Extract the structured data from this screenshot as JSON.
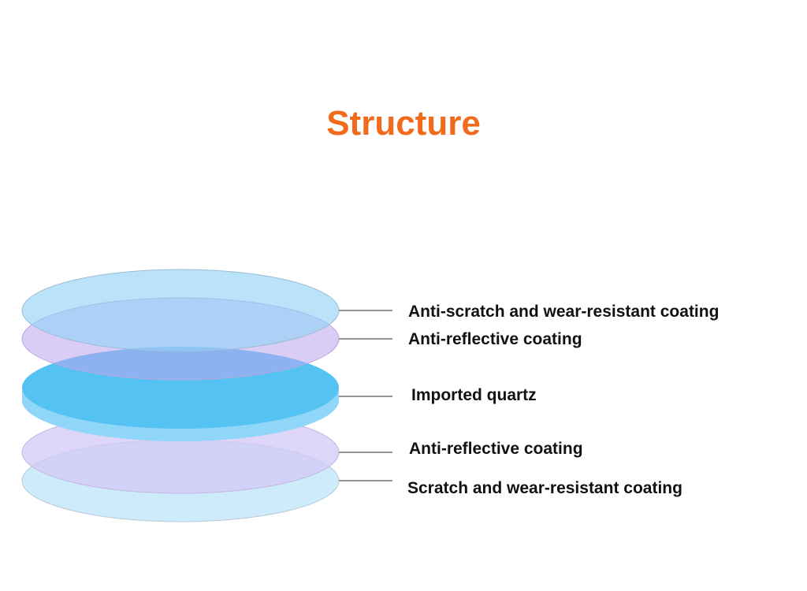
{
  "title": "Structure",
  "colors": {
    "title": "#f26a1b",
    "top_coating": "#9fd8f5",
    "anti_reflective": "#c9b8f2",
    "quartz": "#4fbdf2",
    "bottom_coating": "#bfe6f8",
    "leader_line": "#555555"
  },
  "layers": [
    {
      "label": "Anti-scratch and wear-resistant coating"
    },
    {
      "label": "Anti-reflective coating"
    },
    {
      "label": "Imported quartz"
    },
    {
      "label": "Anti-reflective coating"
    },
    {
      "label": "Scratch and wear-resistant coating"
    }
  ]
}
